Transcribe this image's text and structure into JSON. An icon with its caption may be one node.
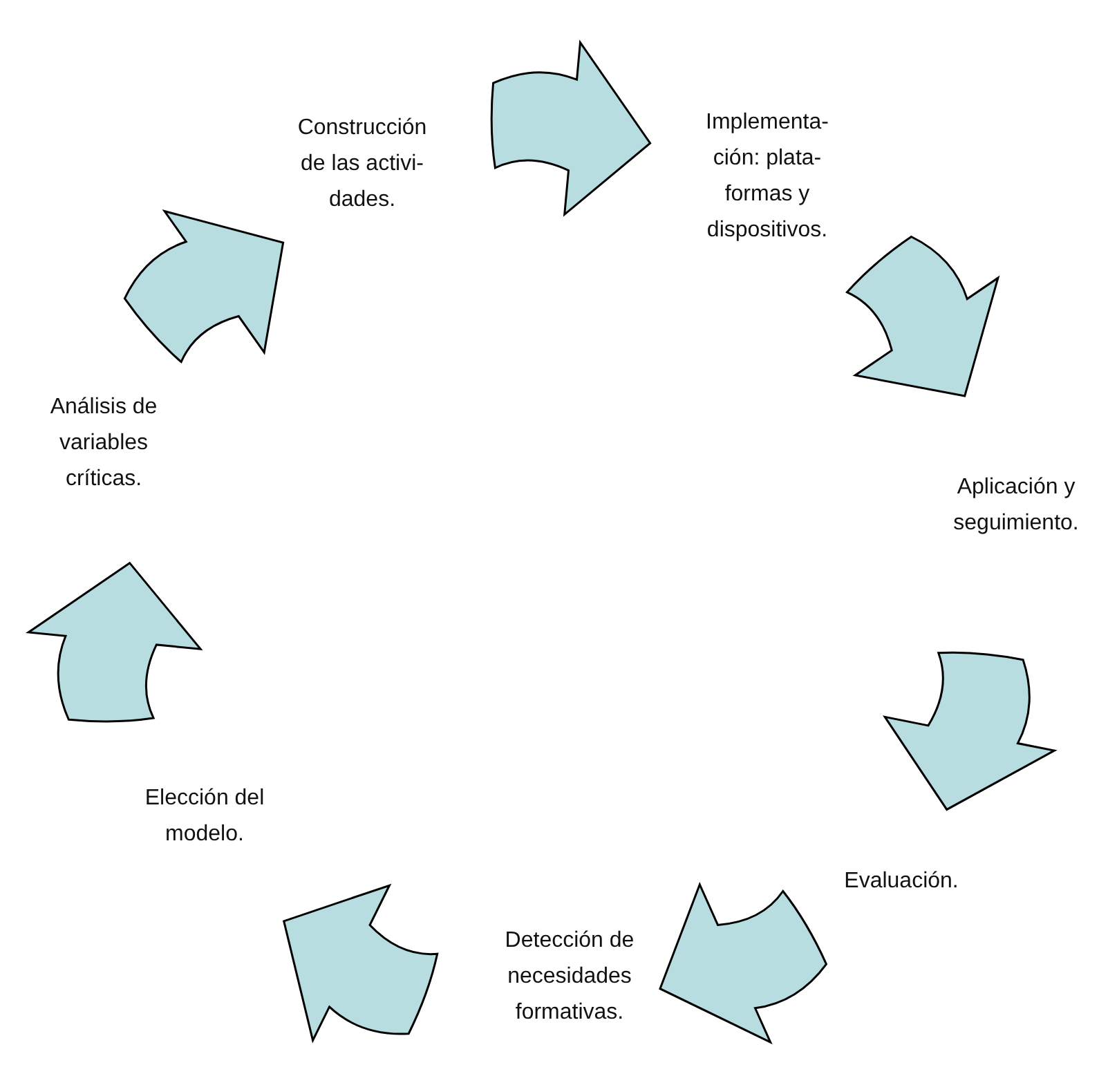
{
  "diagram": {
    "nodes": [
      {
        "text": [
          "Construcción de las activi-dades."
        ]
      },
      {
        "text": [
          "Implementa-ción: plata-formas y dispositivos."
        ]
      },
      {
        "text": [
          "Análisis de variables críticas."
        ]
      },
      {
        "text": [
          "Aplicación y seguimiento."
        ]
      },
      {
        "text": [
          "Elección del modelo."
        ]
      },
      {
        "text": [
          "Evaluación."
        ]
      },
      {
        "text": [
          "Detección de necesidades formativas."
        ]
      }
    ],
    "edges": [
      {
        "from": 0,
        "to": 1,
        "arrow": "to"
      },
      {
        "from": 1,
        "to": 3,
        "arrow": "to"
      },
      {
        "from": 3,
        "to": 5,
        "arrow": "to"
      },
      {
        "from": 5,
        "to": 6,
        "arrow": "to"
      },
      {
        "from": 6,
        "to": 4,
        "arrow": "to"
      },
      {
        "from": 4,
        "to": 2,
        "arrow": "to"
      },
      {
        "from": 2,
        "to": 0,
        "arrow": "to"
      }
    ]
  }
}
